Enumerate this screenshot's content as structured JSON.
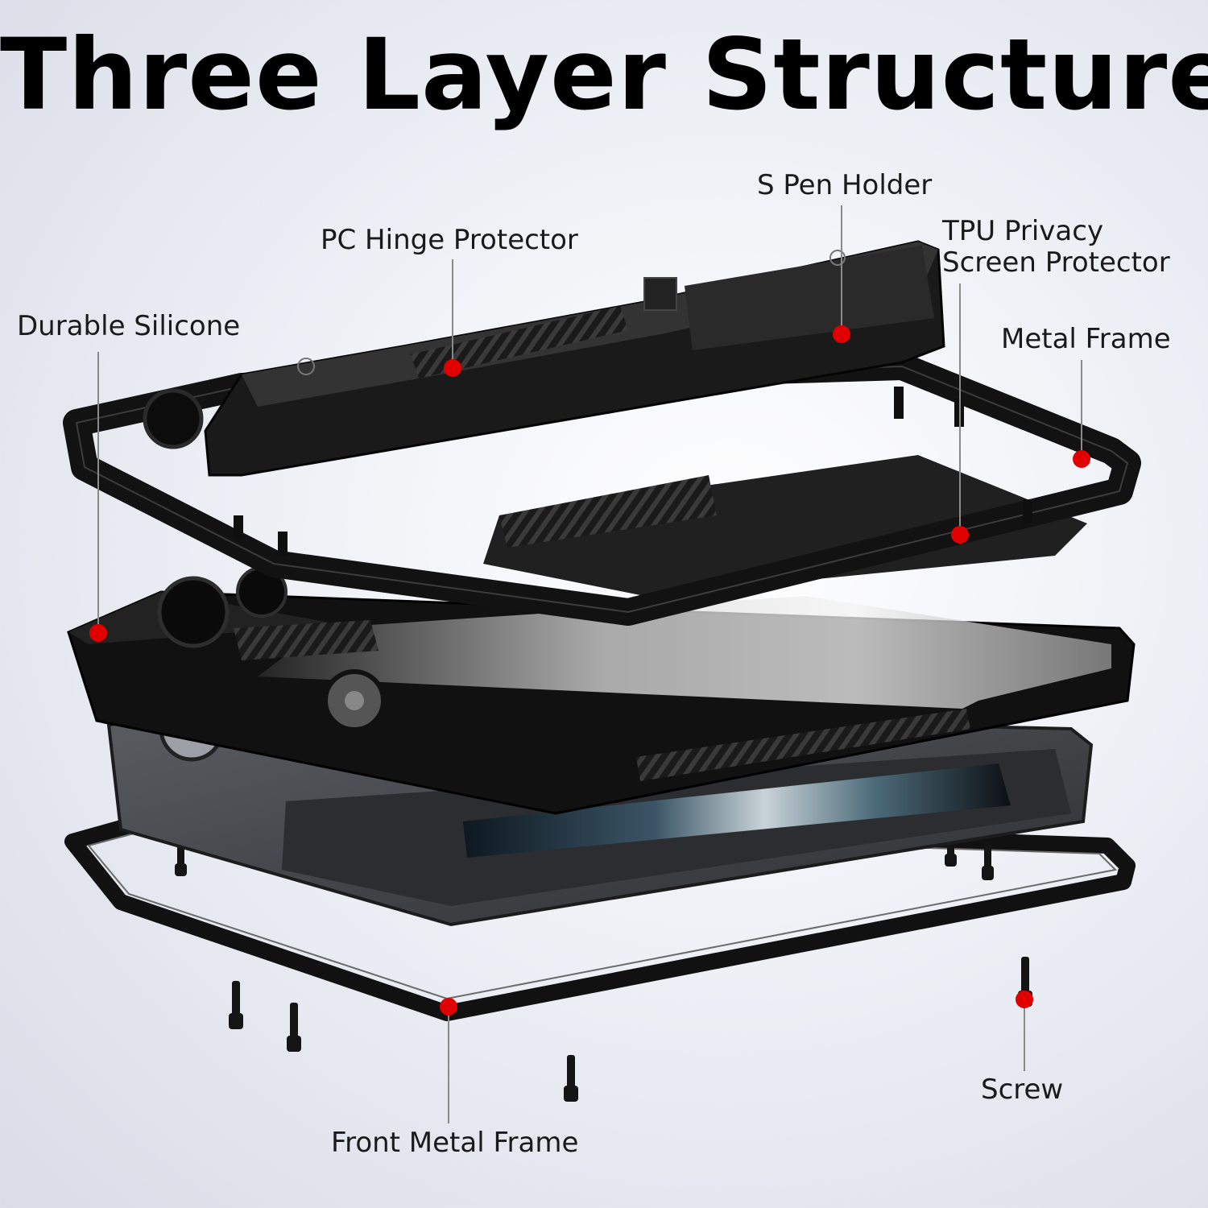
{
  "title": "Three Layer Structure",
  "colors": {
    "marker": "#e00000",
    "leader_line": "#8a8a8a",
    "case_black": "#161616",
    "background": "#e8eaf1"
  },
  "callouts": {
    "s_pen_holder": "S Pen Holder",
    "pc_hinge_protector": "PC Hinge Protector",
    "tpu_privacy_line1": "TPU Privacy",
    "tpu_privacy_line2": "Screen Protector",
    "durable_silicone": "Durable Silicone",
    "metal_frame": "Metal Frame",
    "front_metal_frame": "Front Metal Frame",
    "screw": "Screw"
  }
}
